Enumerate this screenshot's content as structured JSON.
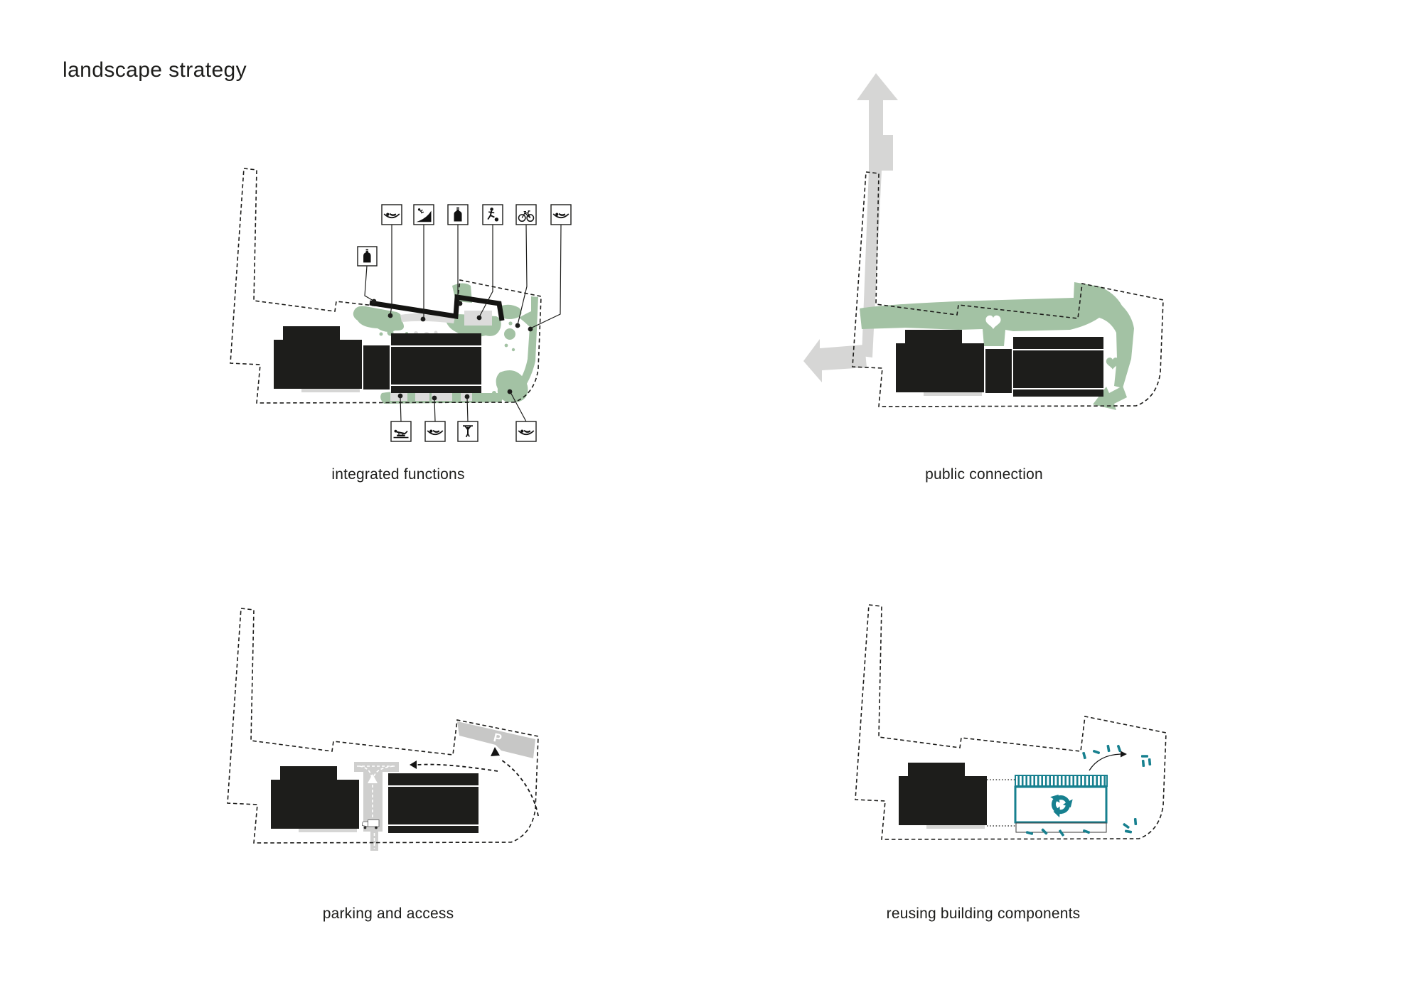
{
  "page": {
    "title": "landscape strategy"
  },
  "colors": {
    "ink": "#1d1d1b",
    "building_black": "#1d1d1b",
    "green": "#a3c2a4",
    "gray": "#d6d6d5",
    "parking_gray": "#c7c7c6",
    "teal": "#17808f"
  },
  "diagrams": {
    "integrated_functions": {
      "label": "integrated functions",
      "top_icons": [
        "hammock",
        "skate-ramp",
        "bottle",
        "soccer",
        "bicycle",
        "hammock"
      ],
      "side_icon": "bottle",
      "bottom_icons": [
        "fitness-bench",
        "hammock",
        "pull-up-bar",
        "hammock"
      ]
    },
    "public_connection": {
      "label": "public connection",
      "symbols": [
        "up-arrow",
        "left-arrow",
        "white-heart",
        "green-heart",
        "green-loop-arrow"
      ]
    },
    "parking_and_access": {
      "label": "parking and access",
      "parking_letter": "P",
      "symbols": [
        "service-road",
        "truck",
        "dashed-route-to-parking",
        "dashed-route-left"
      ]
    },
    "reusing_building_components": {
      "label": "reusing building components",
      "symbols": [
        "recycle-symbol",
        "component-debris",
        "curved-arrow"
      ]
    }
  }
}
